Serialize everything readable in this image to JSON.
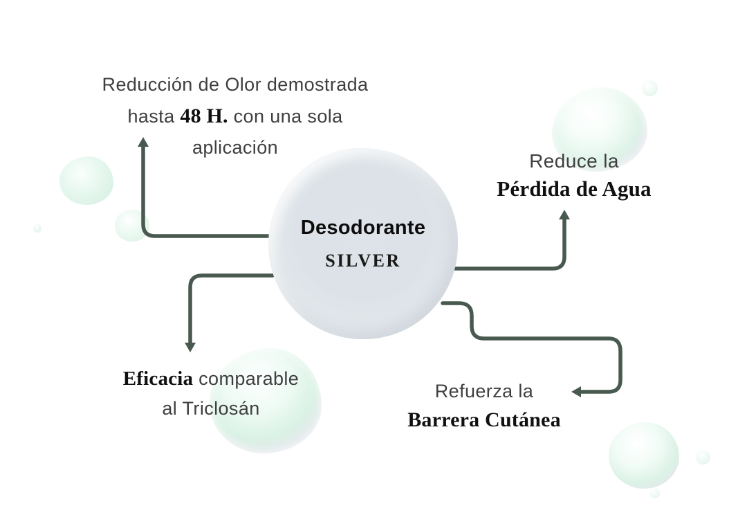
{
  "colors": {
    "arrow": "#48594f",
    "text": "#3f3f3f",
    "bold_text": "#101010",
    "product_fill": "#dde3e8",
    "bubble_green": "#ddf2e7",
    "background": "#ffffff"
  },
  "product": {
    "name": "Desodorante",
    "variant": "SILVER"
  },
  "callouts": {
    "odor": {
      "line1": "Reducción de Olor demostrada",
      "line2_pre": "hasta ",
      "line2_bold": "48 H.",
      "line2_post": " con una sola",
      "line3": "aplicación"
    },
    "water": {
      "line1": "Reduce la",
      "line2": "Pérdida de Agua"
    },
    "efficacy": {
      "line1_bold": "Eficacia",
      "line1_post": " comparable",
      "line2": "al Triclosán"
    },
    "barrier": {
      "line1": "Refuerza la",
      "line2": "Barrera Cutánea"
    }
  }
}
